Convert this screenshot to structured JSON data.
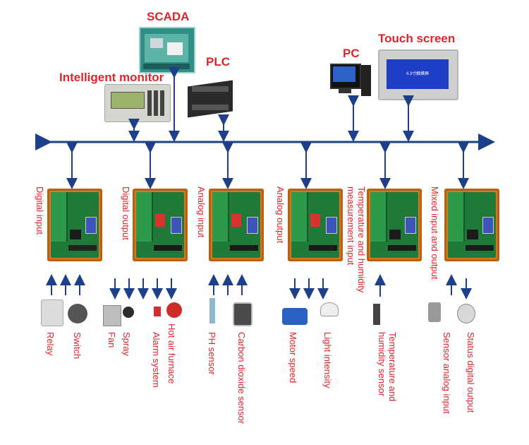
{
  "diagram": {
    "top_nodes": {
      "scada": "SCADA",
      "plc": "PLC",
      "pc": "PC",
      "touch_screen": "Touch screen",
      "intelligent_monitor": "Intelligent monitor"
    },
    "modules": [
      {
        "label": "Digital input"
      },
      {
        "label": "Digital output"
      },
      {
        "label": "Analog input"
      },
      {
        "label": "Analog output"
      },
      {
        "label_lines": [
          "Temperature and humidity",
          "measurement input"
        ]
      },
      {
        "label": "Mixed input and output"
      }
    ],
    "field_devices": {
      "relay": "Relay",
      "switch": "Switch",
      "fan": "Fan",
      "spray": "Spray",
      "alarm_system": "Alarm system",
      "hot_air_furnace": "Hot air furnace",
      "ph_sensor": "PH sensor",
      "co2_sensor": "Carbon dioxide sensor",
      "motor_speed": "Motor speed",
      "light_intensity": "Light intensity",
      "temp_humidity_sensor_lines": [
        "Temperature and",
        "humidity sensor"
      ],
      "sensor_analog_input": "Sensor analog input",
      "status_digital_output": "Status digital output"
    },
    "touch_screen_display": "4.3寸触摸屏"
  },
  "colors": {
    "label_red": "#e0242b",
    "bus_blue": "#1e3f8a",
    "board_orange": "#d9771f",
    "pcb_green": "#1f7a3a"
  }
}
